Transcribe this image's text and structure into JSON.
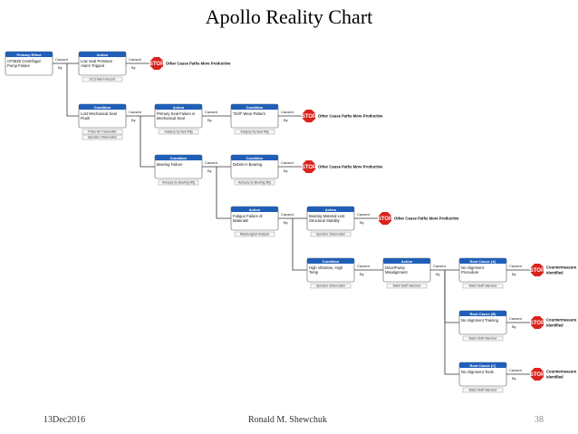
{
  "title": "Apollo Reality Chart",
  "footer": {
    "date": "13Dec2016",
    "author": "Ronald M. Shewchuk",
    "page": "38"
  },
  "caused_by": "Caused By",
  "stop_label": "STOP",
  "nodes": [
    {
      "id": "n1",
      "header": "Primary Effect",
      "text": [
        "CP4825 Centrifugal",
        "Pump Failure"
      ],
      "evidence": [],
      "stop_note": []
    },
    {
      "id": "n2",
      "header": "Action",
      "text": [
        "Low Seal Pressure",
        "Alarm Tripped"
      ],
      "evidence": [
        "DCS Alarm Record"
      ],
      "stop_note": [
        "Other Cause Paths More Productive"
      ]
    },
    {
      "id": "n3",
      "header": "Condition",
      "text": [
        "Lost Mechanical Seal",
        "Flush"
      ],
      "evidence": [
        "Pulse Air Transmitter",
        "Operator Observation"
      ],
      "stop_note": []
    },
    {
      "id": "n4",
      "header": "Action",
      "text": [
        "Primary Seal Failure in",
        "Mechanical Seal"
      ],
      "evidence": [
        "Autopsy by Seal Mfg"
      ],
      "stop_note": []
    },
    {
      "id": "n5",
      "header": "Condition",
      "text": [
        "\"Drill\" Wear Pattern"
      ],
      "evidence": [
        "Autopsy by Seal Mfg"
      ],
      "stop_note": [
        "Other Cause Paths More Productive"
      ]
    },
    {
      "id": "n6",
      "header": "Condition",
      "text": [
        "Bearing Failure"
      ],
      "evidence": [
        "Autopsy by Bearing Mfg"
      ],
      "stop_note": []
    },
    {
      "id": "n7",
      "header": "Condition",
      "text": [
        "Debris in Bearing"
      ],
      "evidence": [
        "Autopsy by Bearing Mfg"
      ],
      "stop_note": [
        "Other Cause Paths More Productive"
      ]
    },
    {
      "id": "n8",
      "header": "Action",
      "text": [
        "Fatigue Failure of",
        "Materials"
      ],
      "evidence": [
        "Metallurgical Analysis"
      ],
      "stop_note": []
    },
    {
      "id": "n9",
      "header": "Action",
      "text": [
        "Bearing Material Lost",
        "Structural Stability"
      ],
      "evidence": [
        "Operator Observation"
      ],
      "stop_note": [
        "Other Cause Paths More Productive"
      ]
    },
    {
      "id": "n10",
      "header": "Condition",
      "text": [
        "High Vibration, High",
        "Temp"
      ],
      "evidence": [
        "Operator Observation"
      ],
      "stop_note": []
    },
    {
      "id": "n11",
      "header": "Action",
      "text": [
        "Drive/Pump",
        "Misalignment"
      ],
      "evidence": [
        "Maint Staff Interview"
      ],
      "stop_note": []
    },
    {
      "id": "n12",
      "header": "Root Cause (A)",
      "text": [
        "No Alignment",
        "Procedure"
      ],
      "evidence": [
        "Maint Staff Interview"
      ],
      "stop_note": [
        "Countermeasure",
        "Identified"
      ]
    },
    {
      "id": "n13",
      "header": "Root Cause (B)",
      "text": [
        "No Alignment Training"
      ],
      "evidence": [
        "Maint Staff Interview"
      ],
      "stop_note": [
        "Countermeasure",
        "Identified"
      ]
    },
    {
      "id": "n14",
      "header": "Root Cause (C)",
      "text": [
        "No Alignment Tools"
      ],
      "evidence": [
        "Maint Staff Interview"
      ],
      "stop_note": [
        "Countermeasure",
        "Identified"
      ]
    }
  ],
  "colors": {
    "header": "#1f5fb8",
    "stop": "#d9231d",
    "line": "#333333",
    "border": "#555555"
  }
}
